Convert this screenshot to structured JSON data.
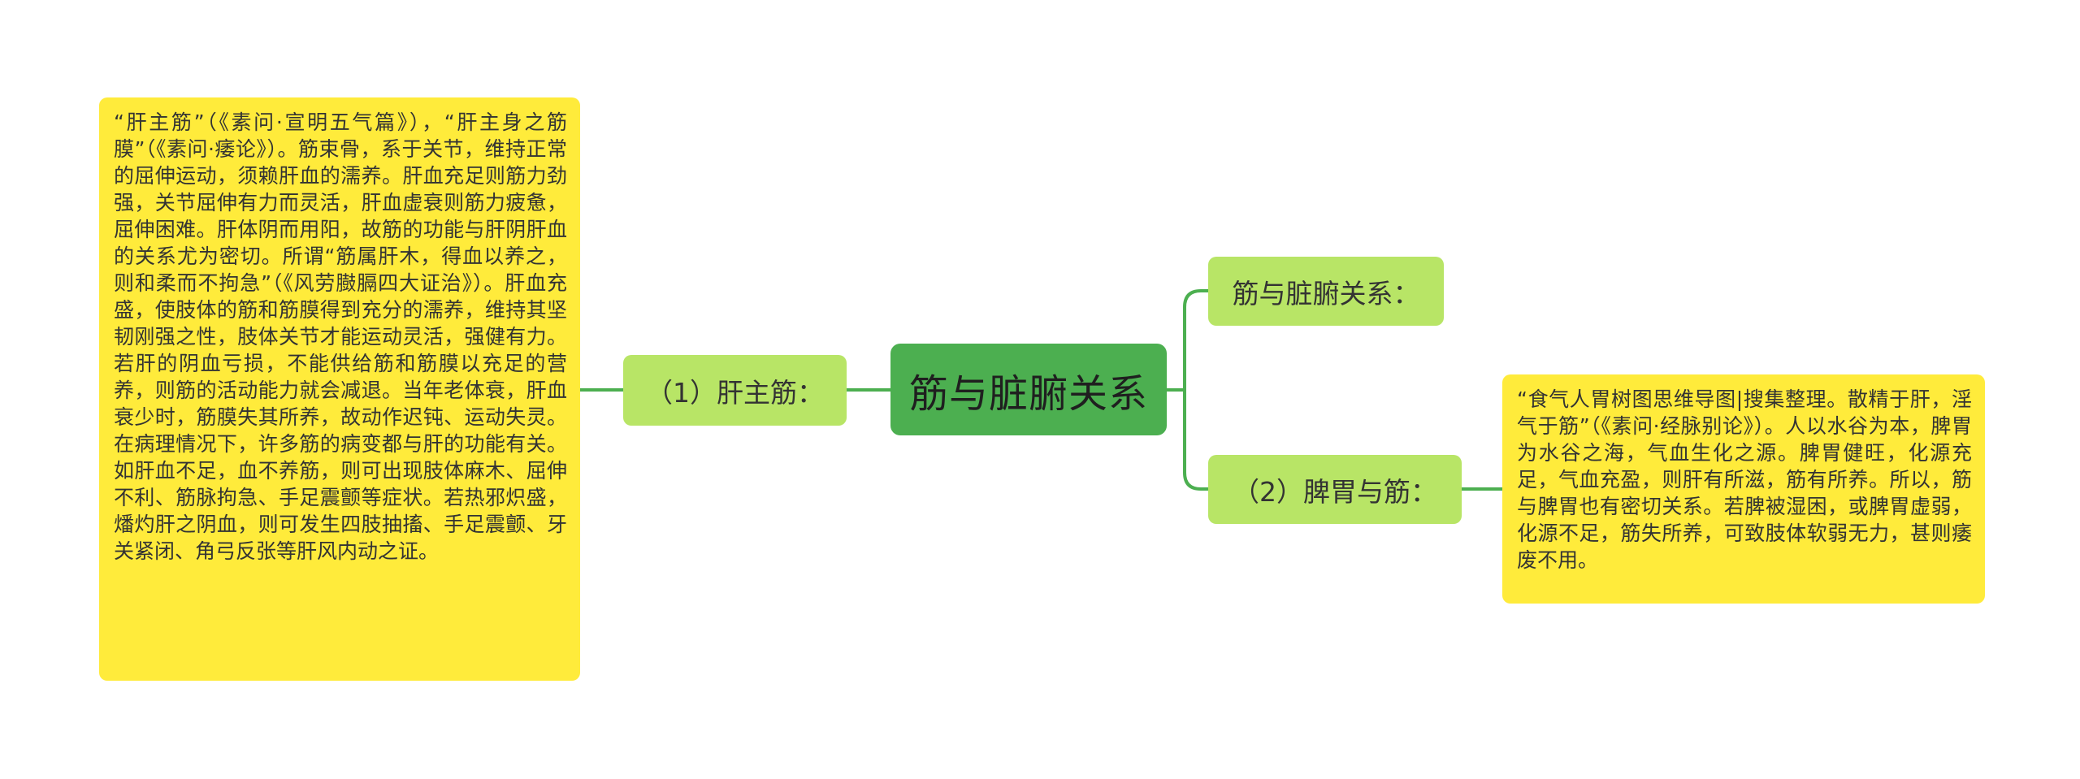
{
  "root": {
    "label": "筋与脏腑关系"
  },
  "branches": {
    "left": {
      "label": "（1）肝主筋："
    },
    "right_top": {
      "label": "筋与脏腑关系："
    },
    "right_bottom": {
      "label": "（2）脾胃与筋："
    }
  },
  "leaves": {
    "left": {
      "text": "“肝主筋”（《素问·宣明五气篇》），“肝主身之筋膜”（《素问·痿论》）。筋束骨，系于关节，维持正常的屈伸运动，须赖肝血的濡养。肝血充足则筋力劲强，关节屈伸有力而灵活，肝血虚衰则筋力疲惫，屈伸困难。肝体阴而用阳，故筋的功能与肝阴肝血的关系尤为密切。所谓“筋属肝木，得血以养之，则和柔而不拘急”（《风劳臌膈四大证治》）。肝血充盛，使肢体的筋和筋膜得到充分的濡养，维持其坚韧刚强之性，肢体关节才能运动灵活，强健有力。若肝的阴血亏损，不能供给筋和筋膜以充足的营养，则筋的活动能力就会减退。当年老体衰，肝血衰少时，筋膜失其所养，故动作迟钝、运动失灵。在病理情况下，许多筋的病变都与肝的功能有关。如肝血不足，血不养筋，则可出现肢体麻木、屈伸不利、筋脉拘急、手足震颤等症状。若热邪炽盛，燔灼肝之阴血，则可发生四肢抽搐、手足震颤、牙关紧闭、角弓反张等肝风内动之证。"
    },
    "right": {
      "text": "“食气人胃树图思维导图|搜集整理。散精于肝，淫气于筋”（《素问·经脉别论》）。人以水谷为本，脾胃为水谷之海，气血生化之源。脾胃健旺，化源充足，气血充盈，则肝有所滋，筋有所养。所以，筋与脾胃也有密切关系。若脾被湿困，或脾胃虚弱，化源不足，筋失所养，可致肢体软弱无力，甚则痿废不用。"
    }
  },
  "colors": {
    "connector": "#4caf50",
    "root_fill": "#4caf50",
    "branch_fill": "#b8e566",
    "leaf_fill": "#ffeb3b",
    "background": "#ffffff"
  }
}
